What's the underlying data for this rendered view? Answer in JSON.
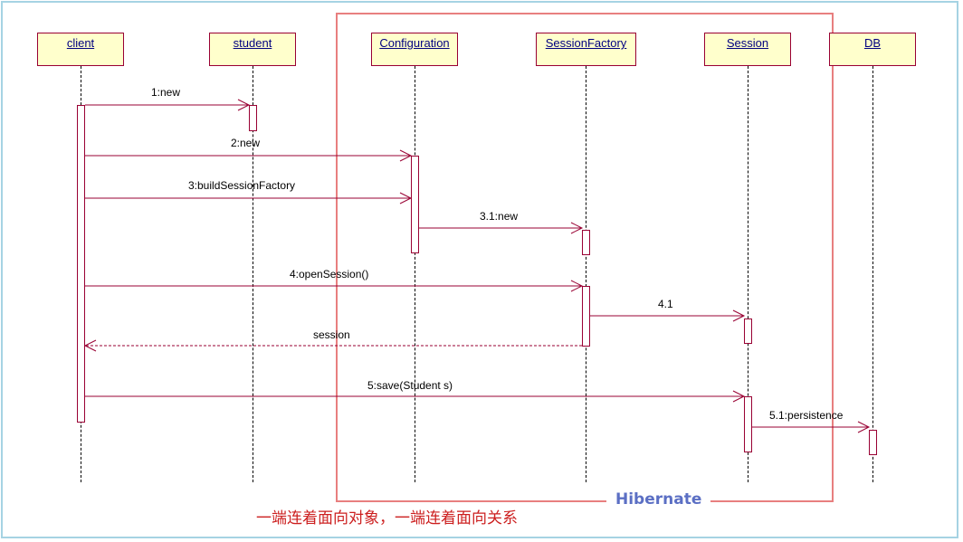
{
  "objects": [
    {
      "id": "client",
      "label": "client"
    },
    {
      "id": "student",
      "label": "student"
    },
    {
      "id": "configuration",
      "label": "Configuration"
    },
    {
      "id": "sessionfactory",
      "label": "SessionFactory"
    },
    {
      "id": "session",
      "label": "Session"
    },
    {
      "id": "db",
      "label": "DB"
    }
  ],
  "messages": [
    {
      "label": "1:new",
      "from": "client",
      "to": "student",
      "type": "sync"
    },
    {
      "label": "2:new",
      "from": "client",
      "to": "configuration",
      "type": "sync"
    },
    {
      "label": "3:buildSessionFactory",
      "from": "client",
      "to": "configuration",
      "type": "sync"
    },
    {
      "label": "3.1:new",
      "from": "configuration",
      "to": "sessionfactory",
      "type": "sync"
    },
    {
      "label": "4:openSession()",
      "from": "client",
      "to": "sessionfactory",
      "type": "sync"
    },
    {
      "label": "4.1",
      "from": "sessionfactory",
      "to": "session",
      "type": "sync"
    },
    {
      "label": "session",
      "from": "sessionfactory",
      "to": "client",
      "type": "return"
    },
    {
      "label": "5:save(Student s)",
      "from": "client",
      "to": "session",
      "type": "sync"
    },
    {
      "label": "5.1:persistence",
      "from": "session",
      "to": "db",
      "type": "sync"
    }
  ],
  "boundary": {
    "label": "Hibernate",
    "color": "#e87f7f",
    "label_color": "#5b6fc4"
  },
  "caption": "一端连着面向对象，一端连着面向关系",
  "colors": {
    "object_fill": "#ffffcc",
    "object_border": "#990033",
    "object_text": "#000080",
    "arrow": "#990033",
    "caption": "#cc1f1f",
    "frame": "#a6d3e3"
  }
}
